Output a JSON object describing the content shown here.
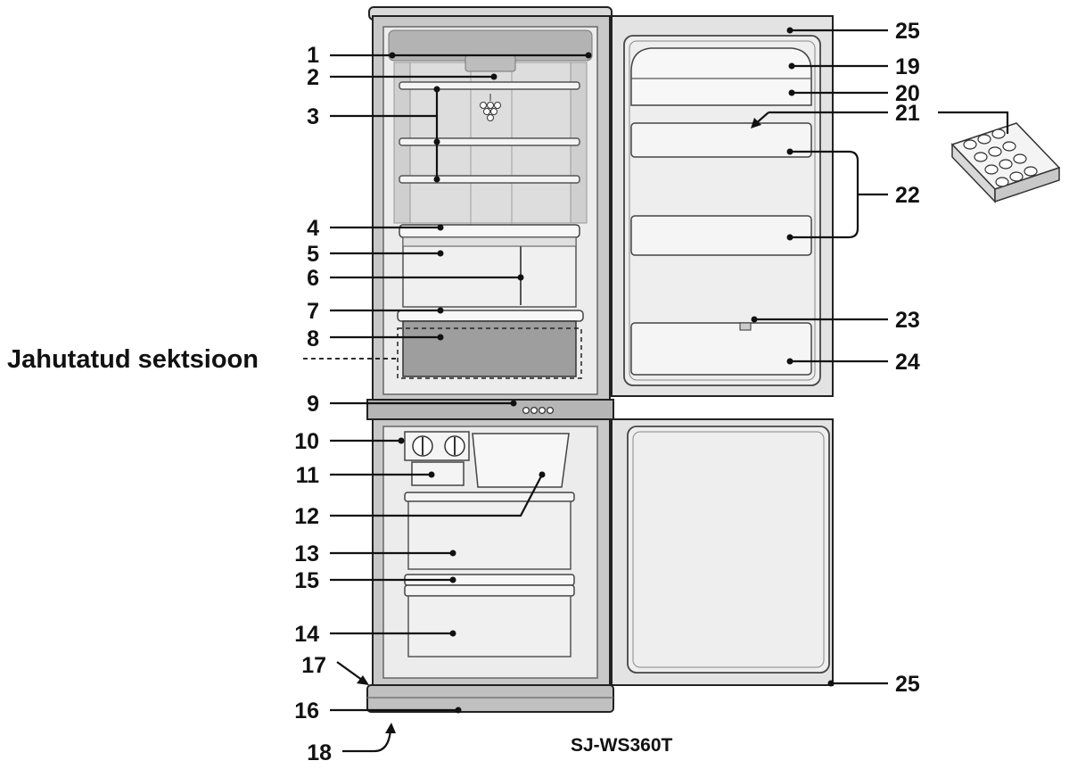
{
  "diagram": {
    "section_label": "Jahutatud sektsioon",
    "model": "SJ-WS360T",
    "panel_badge": "OOOO",
    "callouts": {
      "c1": "1",
      "c2": "2",
      "c3": "3",
      "c4": "4",
      "c5": "5",
      "c6": "6",
      "c7": "7",
      "c8": "8",
      "c9": "9",
      "c10": "10",
      "c11": "11",
      "c12": "12",
      "c13": "13",
      "c14": "14",
      "c15": "15",
      "c16": "16",
      "c17": "17",
      "c18": "18",
      "c19": "19",
      "c20": "20",
      "c21": "21",
      "c22": "22",
      "c23": "23",
      "c24": "24",
      "c25a": "25",
      "c25b": "25"
    }
  }
}
